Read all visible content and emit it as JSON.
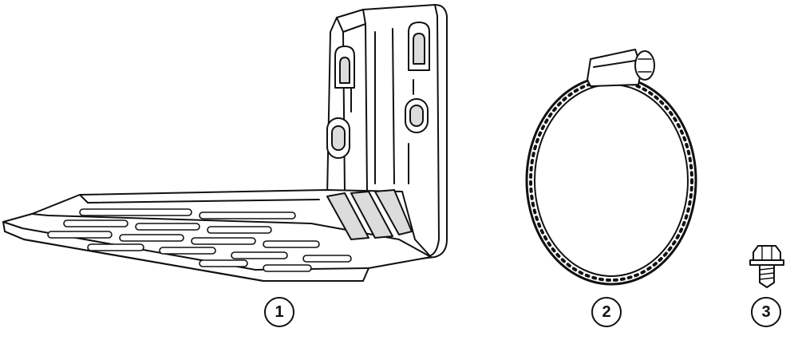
{
  "callouts": [
    {
      "number": "1",
      "part": "mounting-bracket"
    },
    {
      "number": "2",
      "part": "hose-clamp"
    },
    {
      "number": "3",
      "part": "screw"
    }
  ],
  "colors": {
    "line": "#111111",
    "fill": "#ffffff",
    "shade": "#dcdcdc"
  }
}
